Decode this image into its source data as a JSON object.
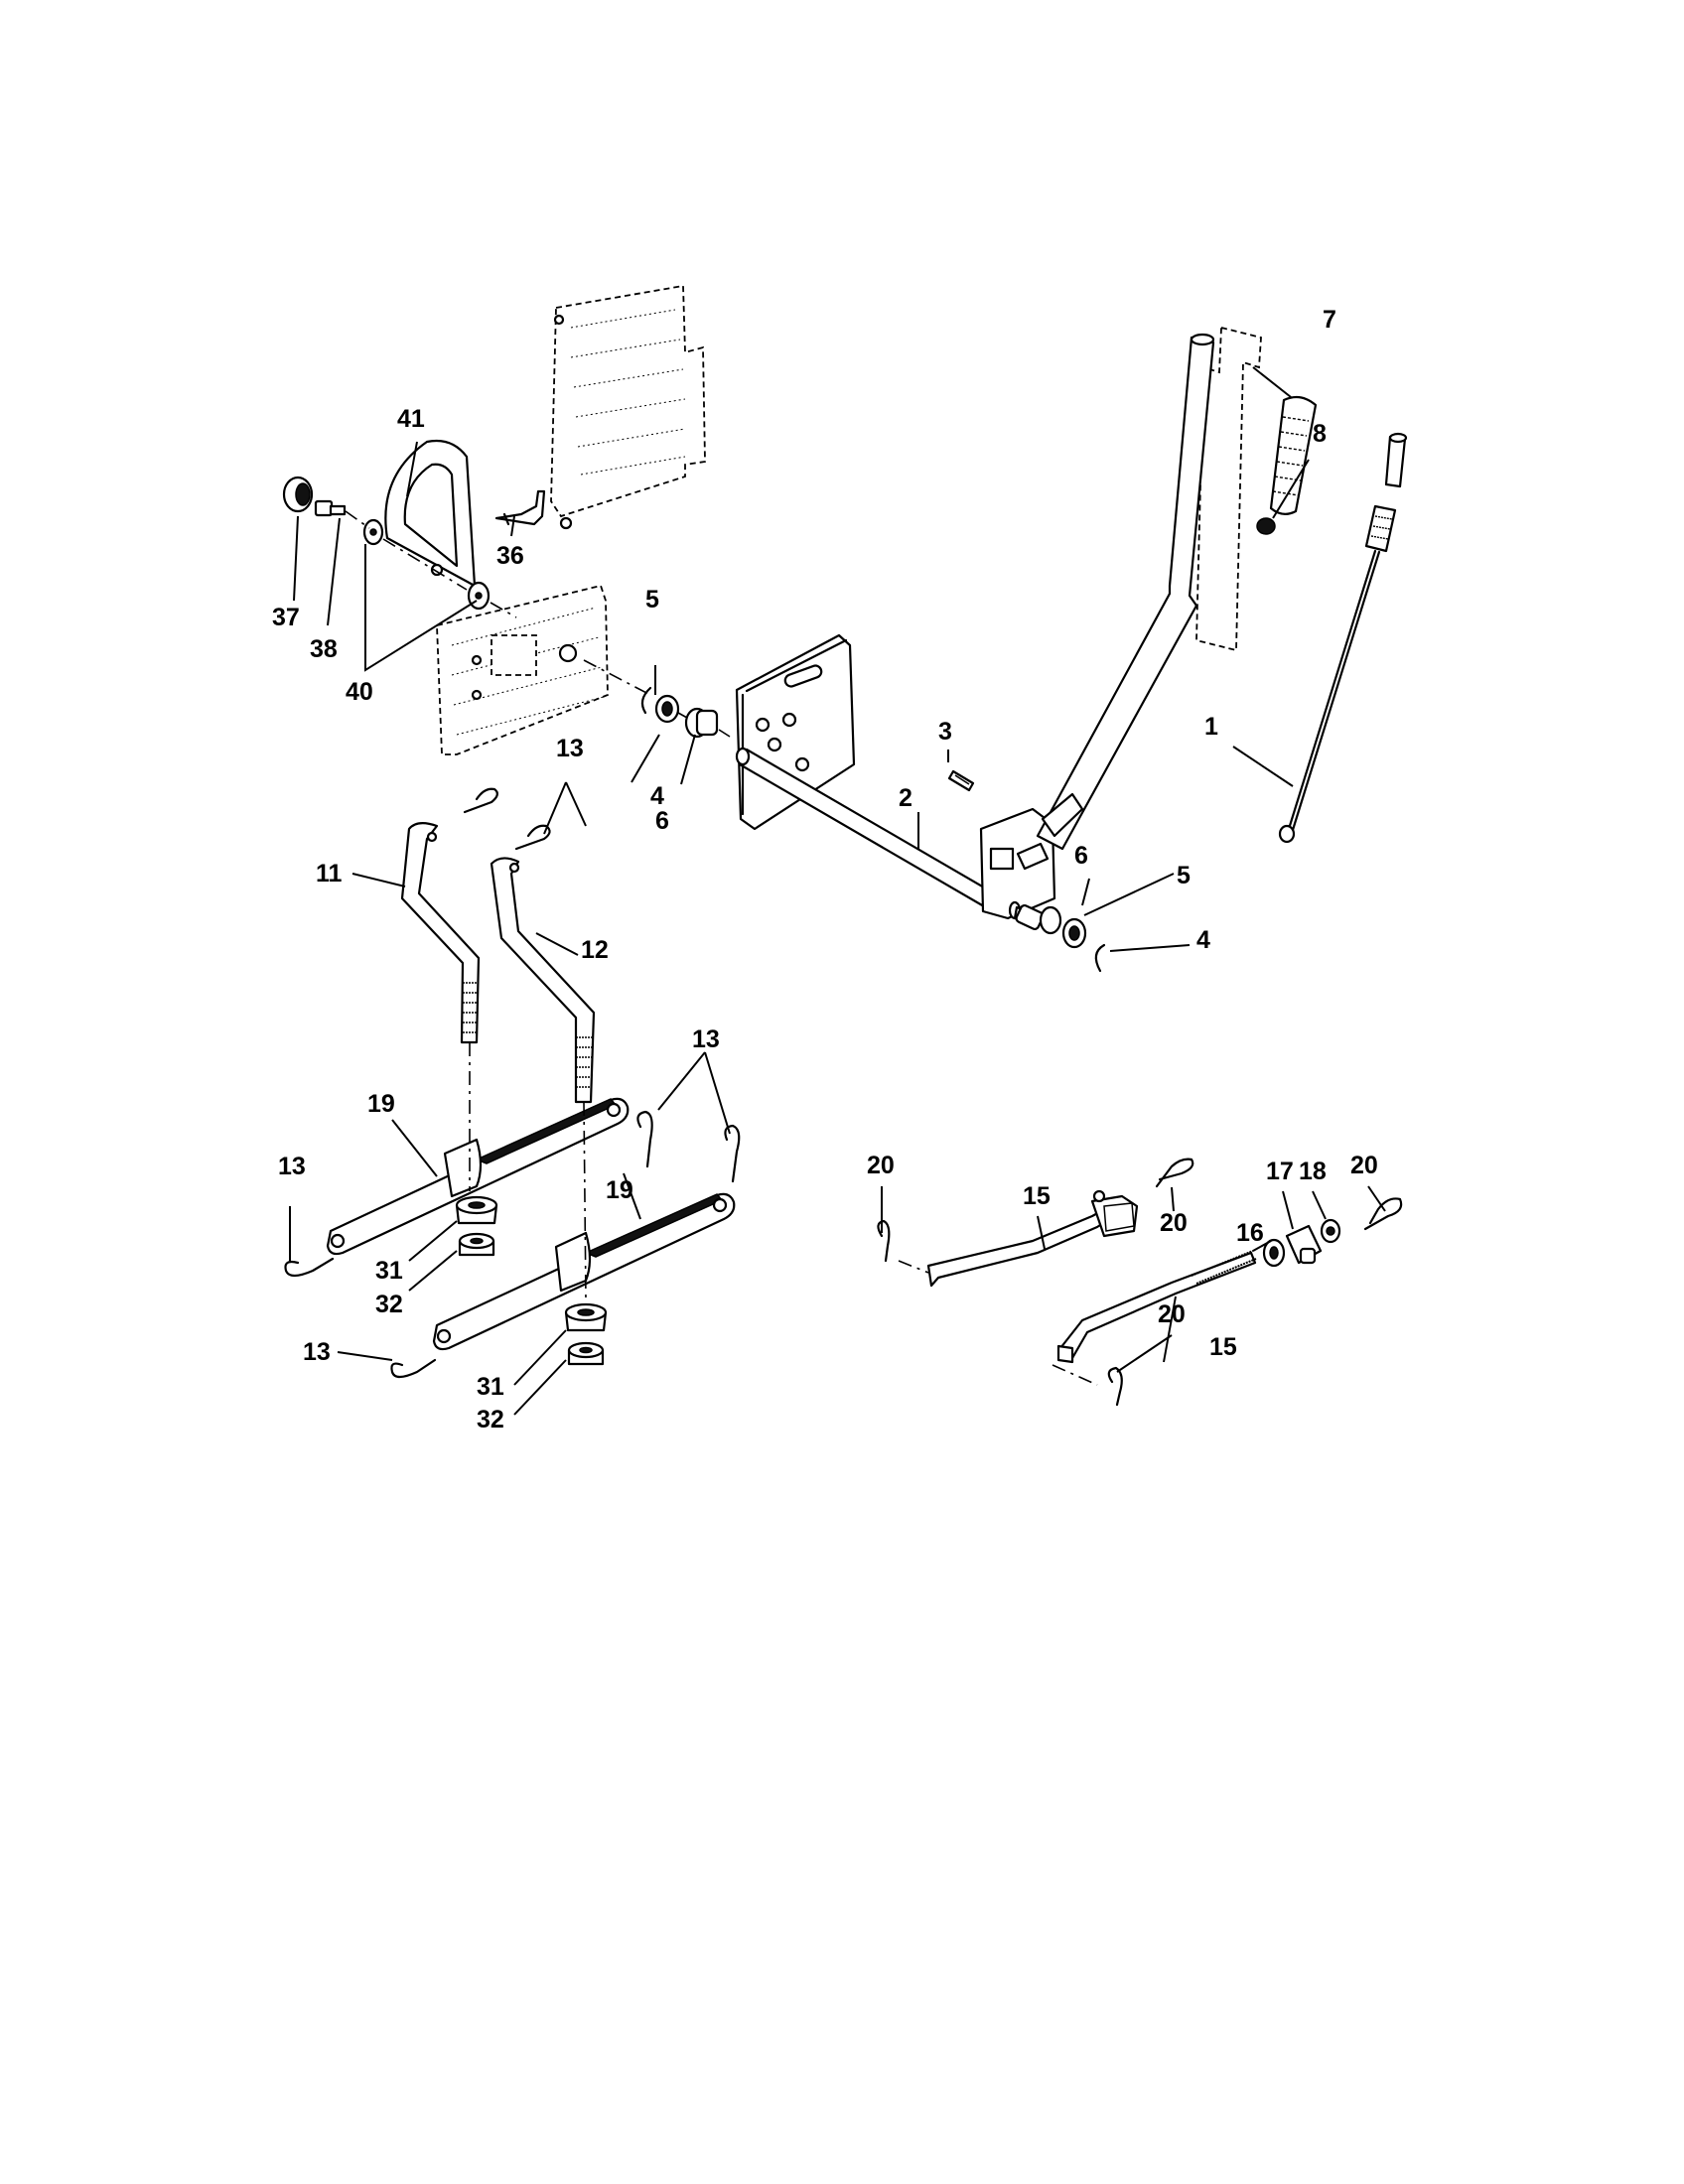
{
  "callouts": {
    "c1": "1",
    "c2": "2",
    "c3": "3",
    "c4a": "4",
    "c4b": "4",
    "c5a": "5",
    "c5b": "5",
    "c6a": "6",
    "c6b": "6",
    "c7": "7",
    "c8": "8",
    "c11": "11",
    "c12": "12",
    "c13a": "13",
    "c13b": "13",
    "c13c": "13",
    "c13d": "13",
    "c15a": "15",
    "c15b": "15",
    "c16": "16",
    "c17": "17",
    "c18": "18",
    "c19a": "19",
    "c19b": "19",
    "c20a": "20",
    "c20b": "20",
    "c20c": "20",
    "c20d": "20",
    "c31a": "31",
    "c31b": "31",
    "c32a": "32",
    "c32b": "32",
    "c36": "36",
    "c37": "37",
    "c38": "38",
    "c40": "40",
    "c41": "41"
  }
}
